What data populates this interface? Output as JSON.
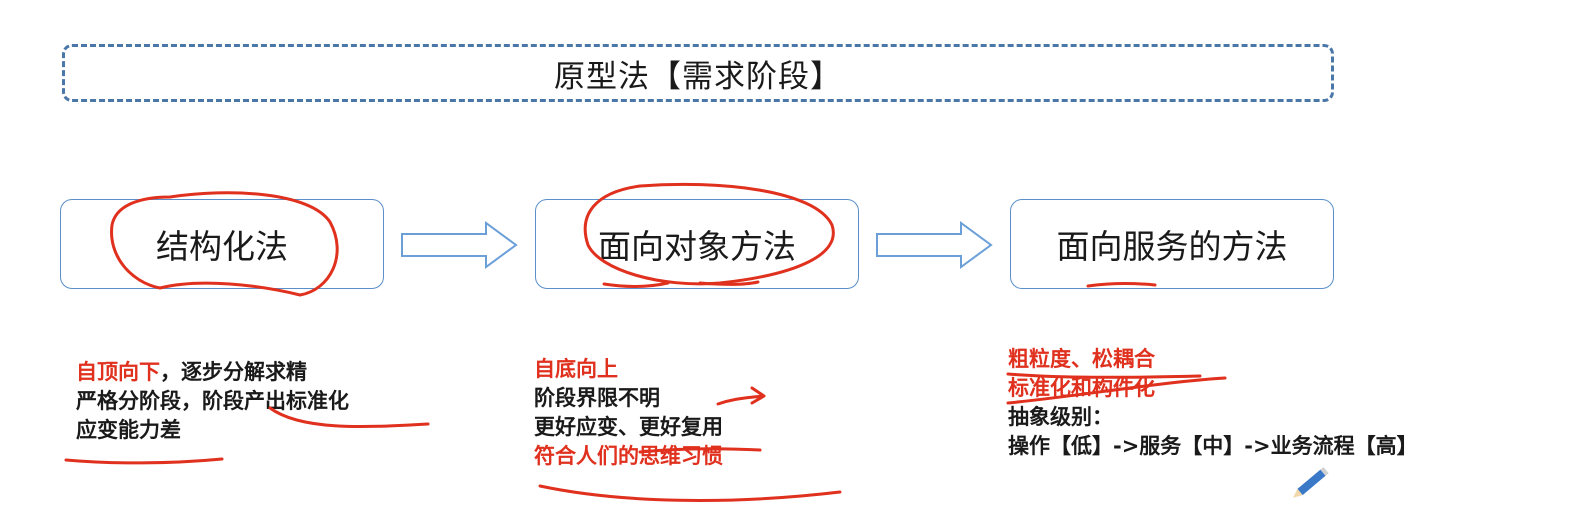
{
  "title": "原型法【需求阶段】",
  "methods": [
    {
      "label": "结构化法"
    },
    {
      "label": "面向对象方法"
    },
    {
      "label": "面向服务的方法"
    }
  ],
  "descriptions": {
    "structured": {
      "line1_red": "自顶向下",
      "line1_rest": "，逐步分解求精",
      "line2": "严格分阶段，阶段产出标准化",
      "line3": "应变能力差"
    },
    "object_oriented": {
      "line1": "自底向上",
      "line2": "阶段界限不明",
      "line3": "更好应变、更好复用",
      "line4": "符合人们的思维习惯"
    },
    "service_oriented": {
      "line1": "粗粒度、松耦合",
      "line2": "标准化和构件化",
      "line3": "抽象级别：",
      "line4": "操作【低】->服务【中】->业务流程【高】"
    }
  },
  "colors": {
    "accent_red": "#e0301e",
    "box_border": "#5b8fc9",
    "title_border": "#4a77a8",
    "arrow_stroke": "#6a9fd8"
  },
  "icons": [
    "block-arrow-right-icon",
    "pencil-icon"
  ]
}
